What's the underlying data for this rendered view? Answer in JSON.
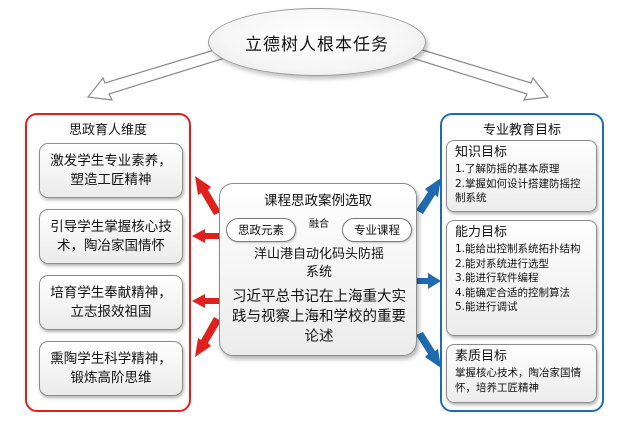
{
  "top": {
    "title": "立德树人根本任务"
  },
  "left_panel": {
    "title": "思政育人维度",
    "items": [
      "激发学生专业素养，塑造工匠精神",
      "引导学生掌握核心技术，陶冶家国情怀",
      "培育学生奉献精神，立志报效祖国",
      "熏陶学生科学精神，锻炼高阶思维"
    ]
  },
  "center": {
    "title": "课程思政案例选取",
    "left_pill": "思政元素",
    "fusion": "融合",
    "right_pill": "专业课程",
    "case1": "洋山港自动化码头防摇系统",
    "case2": "习近平总书记在上海重大实践与视察上海和学校的重要论述"
  },
  "right_panel": {
    "title": "专业教育目标",
    "knowledge": {
      "title": "知识目标",
      "items": [
        "1.了解防摇的基本原理",
        "2.掌握如何设计搭建防摇控制系统"
      ]
    },
    "ability": {
      "title": "能力目标",
      "items": [
        "1.能给出控制系统拓扑结构",
        "2.能对系统进行选型",
        "3.能进行软件编程",
        "4.能确定合适的控制算法",
        "5.能进行调试"
      ]
    },
    "quality": {
      "title": "素质目标",
      "text": "掌握核心技术，陶冶家国情怀，培养工匠精神"
    }
  },
  "colors": {
    "left_accent": "#e0201c",
    "right_accent": "#1f6bb0",
    "right_arrow": "#1f6bb0",
    "left_arrow": "#e0201c"
  }
}
